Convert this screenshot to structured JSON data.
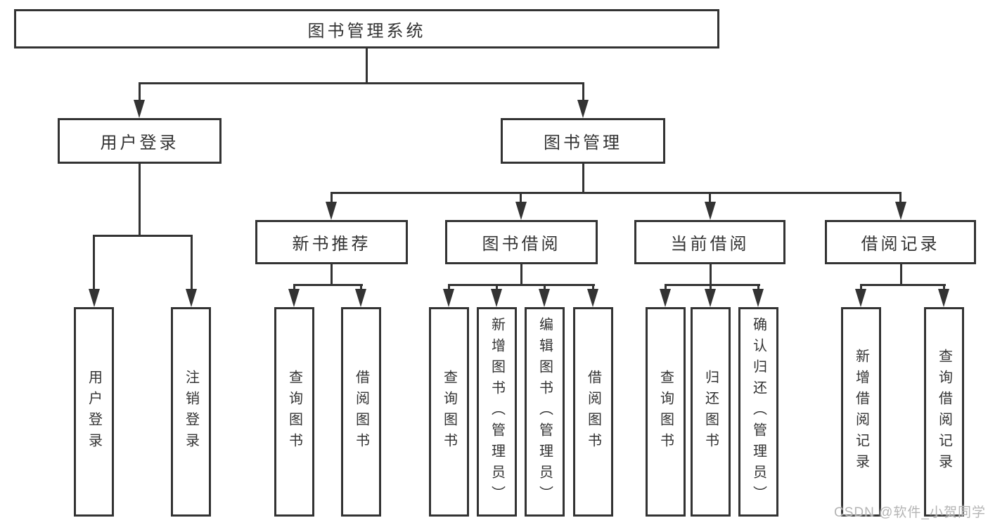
{
  "tree": {
    "root": "图书管理系统",
    "level2": [
      {
        "label": "用户登录",
        "children": [
          "用户登录",
          "注销登录"
        ]
      },
      {
        "label": "图书管理",
        "groups": [
          {
            "label": "新书推荐",
            "children": [
              "查询图书",
              "借阅图书"
            ]
          },
          {
            "label": "图书借阅",
            "children": [
              "查询图书",
              "新增图书（管理员）",
              "编辑图书（管理员）",
              "借阅图书"
            ]
          },
          {
            "label": "当前借阅",
            "children": [
              "查询图书",
              "归还图书",
              "确认归还（管理员）"
            ]
          },
          {
            "label": "借阅记录",
            "children": [
              "新增借阅记录",
              "查询借阅记录"
            ]
          }
        ]
      }
    ]
  },
  "watermark": {
    "text": "CSDN @软件_小贺同学"
  },
  "colors": {
    "line": "#333333",
    "text": "#333333",
    "box_background": "#ffffff",
    "page_background": "#ffffff",
    "watermark": "#b5b5b5"
  }
}
